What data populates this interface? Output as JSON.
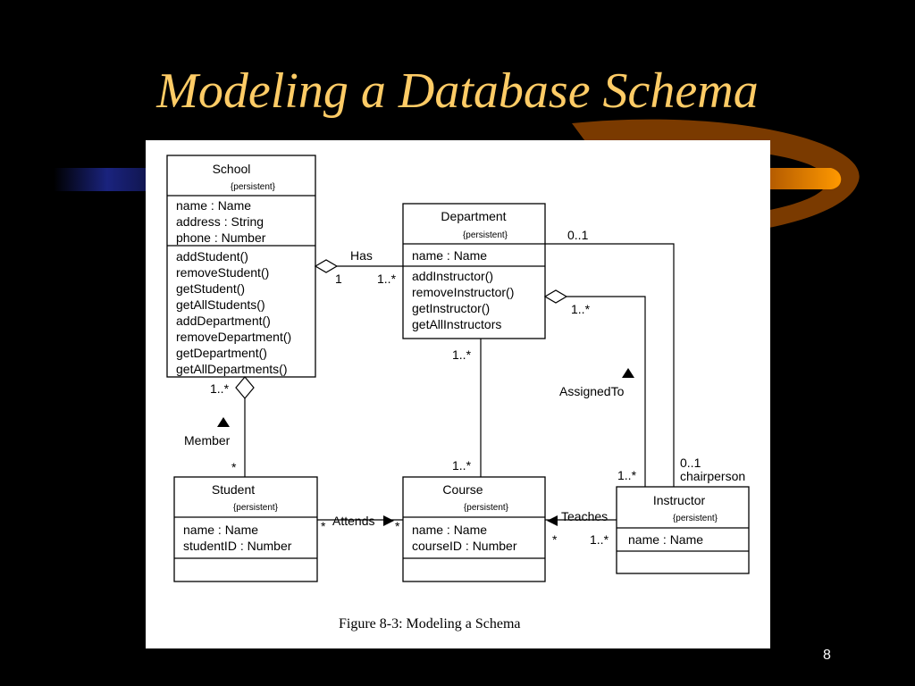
{
  "slide": {
    "title": "Modeling a Database Schema",
    "page_number": "8"
  },
  "colors": {
    "background": "#000000",
    "title": "#FFCC66",
    "swoosh_orange": "#FF9900",
    "swoosh_blue": "#1A237E"
  },
  "diagram": {
    "caption": "Figure 8-3: Modeling a Schema",
    "stereotype": "{persistent}",
    "classes": {
      "school": {
        "name": "School",
        "attributes": [
          "name : Name",
          "address : String",
          "phone : Number"
        ],
        "operations": [
          "addStudent()",
          "removeStudent()",
          "getStudent()",
          "getAllStudents()",
          "addDepartment()",
          "removeDepartment()",
          "getDepartment()",
          "getAllDepartments()"
        ]
      },
      "department": {
        "name": "Department",
        "attributes": [
          "name : Name"
        ],
        "operations": [
          "addInstructor()",
          "removeInstructor()",
          "getInstructor()",
          "getAllInstructors"
        ]
      },
      "student": {
        "name": "Student",
        "attributes": [
          "name : Name",
          "studentID : Number"
        ],
        "operations": []
      },
      "course": {
        "name": "Course",
        "attributes": [
          "name : Name",
          "courseID : Number"
        ],
        "operations": []
      },
      "instructor": {
        "name": "Instructor",
        "attributes": [
          "name : Name"
        ],
        "operations": []
      }
    },
    "labels": {
      "has": "Has",
      "has_school_mult": "1",
      "has_dept_mult": "1..*",
      "member": "Member",
      "member_school_mult": "1..*",
      "member_student_mult": "*",
      "dept_course_top_mult": "1..*",
      "dept_course_bottom_mult": "1..*",
      "assigned_to": "AssignedTo",
      "assigned_dept_mult": "1..*",
      "assigned_instr_mult": "1..*",
      "chair_dept_mult": "0..1",
      "chair_instr_mult": "0..1",
      "chairperson": "chairperson",
      "attends": "Attends",
      "attends_student_mult": "*",
      "attends_course_mult": "*",
      "teaches": "Teaches",
      "teaches_course_mult": "*",
      "teaches_instr_mult": "1..*"
    }
  }
}
